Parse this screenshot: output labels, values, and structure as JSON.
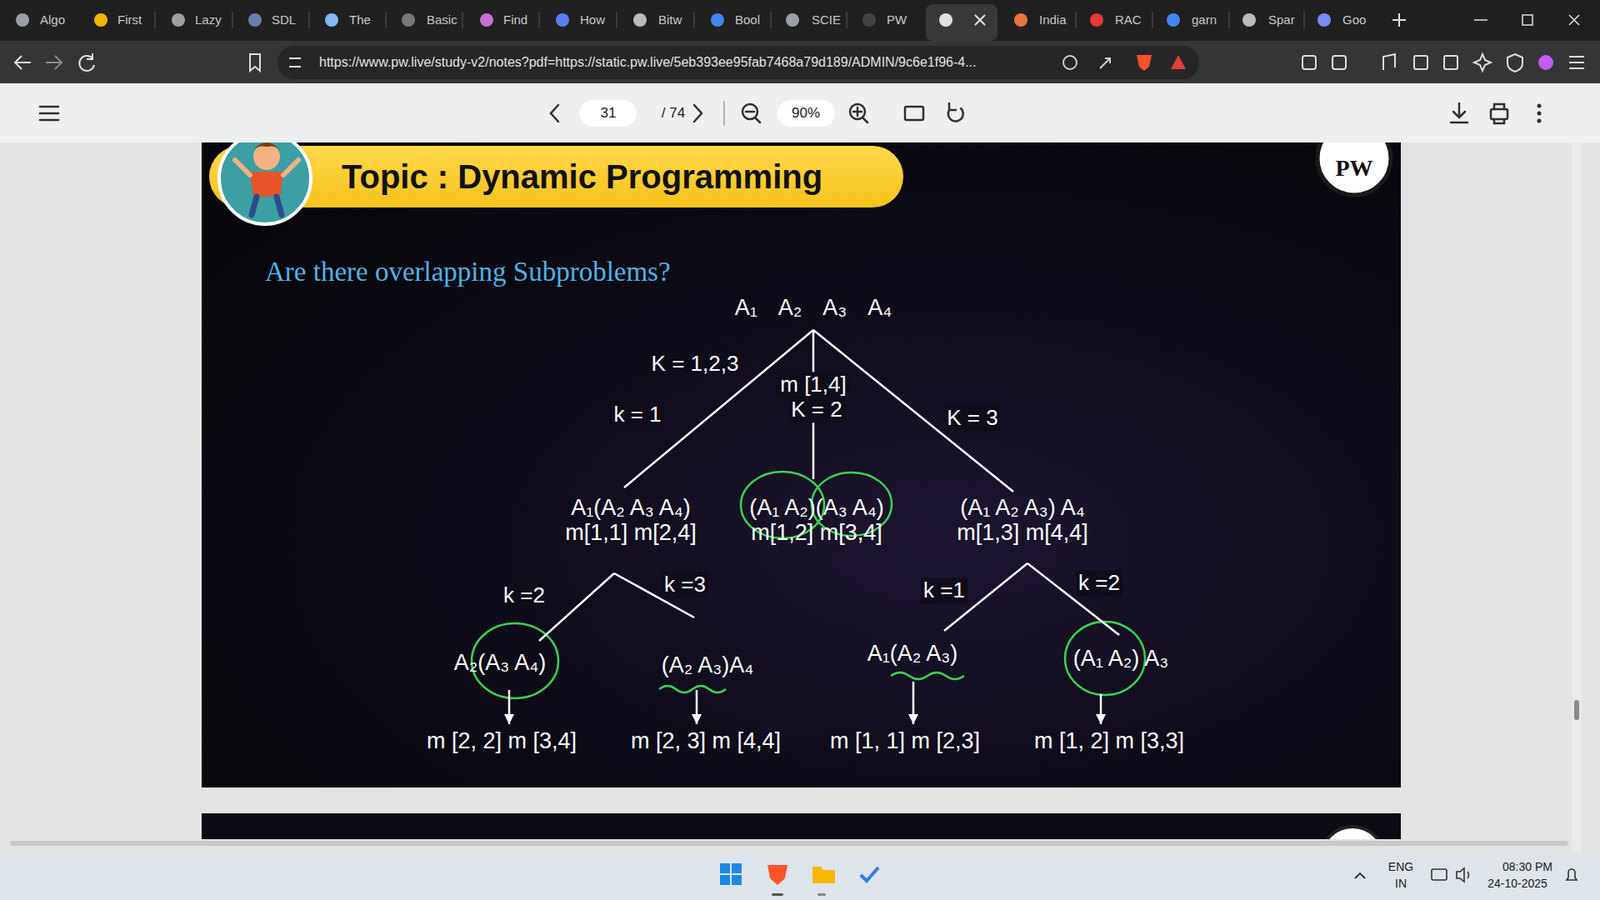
{
  "diagram": {
    "title": "Topic : Dynamic Programming",
    "nodes": [
      {
        "text": [
          "A₁ A₂ A₃ A₄"
        ]
      },
      {
        "text": [
          "A₁(A₂ A₃ A₄)",
          "m[1,1] m[2,4]"
        ]
      },
      {
        "text": [
          "(A₁ A₂)(A₃ A₄)",
          "m[1,2] m[3,4]"
        ]
      },
      {
        "text": [
          "(A₁ A₂ A₃) A₄",
          "m[1,3] m[4,4]"
        ]
      },
      {
        "text": [
          "A₂(A₃ A₄)"
        ]
      },
      {
        "text": [
          "(A₂ A₃)A₄"
        ]
      },
      {
        "text": [
          "A₁(A₂ A₃)"
        ]
      },
      {
        "text": [
          "(A₁ A₂) A₃"
        ]
      },
      {
        "text": [
          "m [2, 2] m [3,4]"
        ]
      },
      {
        "text": [
          "m [2, 3] m [4,4]"
        ]
      },
      {
        "text": [
          "m [1, 1] m [2,3]"
        ]
      },
      {
        "text": [
          "m [1, 2] m [3,3]"
        ]
      }
    ],
    "edges": [
      {
        "from": 0,
        "to": 1,
        "arrow": "none",
        "label": "k = 1"
      },
      {
        "from": 0,
        "to": 2,
        "arrow": "none",
        "label": "K = 2"
      },
      {
        "from": 0,
        "to": 3,
        "arrow": "none",
        "label": "K = 3"
      },
      {
        "from": 1,
        "to": 4,
        "arrow": "none",
        "label": "k =2"
      },
      {
        "from": 1,
        "to": 5,
        "arrow": "none",
        "label": "k =3"
      },
      {
        "from": 3,
        "to": 6,
        "arrow": "none",
        "label": "k =1"
      },
      {
        "from": 3,
        "to": 7,
        "arrow": "none",
        "label": "k =2"
      },
      {
        "from": 4,
        "to": 8,
        "arrow": "to"
      },
      {
        "from": 5,
        "to": 9,
        "arrow": "to"
      },
      {
        "from": 6,
        "to": 10,
        "arrow": "to"
      },
      {
        "from": 7,
        "to": 11,
        "arrow": "to"
      }
    ],
    "labels": [
      "Algo",
      "First",
      "Lazy",
      "SDL",
      "The",
      "Basic",
      "Find",
      "How",
      "Bitw",
      "Bool",
      "SCIE",
      "PW",
      "India",
      "RAC",
      "garn",
      "Spar",
      "Goo",
      "https://www.pw.live/study-v2/notes?pdf=https://static.pw.live/5eb393ee95fab7468a79d189/ADMIN/9c6e1f96-4...",
      "31",
      "/ 74",
      "90%",
      "PW",
      "Are there overlapping Subproblems?",
      "K = 1,2,3",
      "m [1,4]",
      "ENG",
      "08:30 PM",
      "IN",
      "24-10-2025"
    ]
  }
}
